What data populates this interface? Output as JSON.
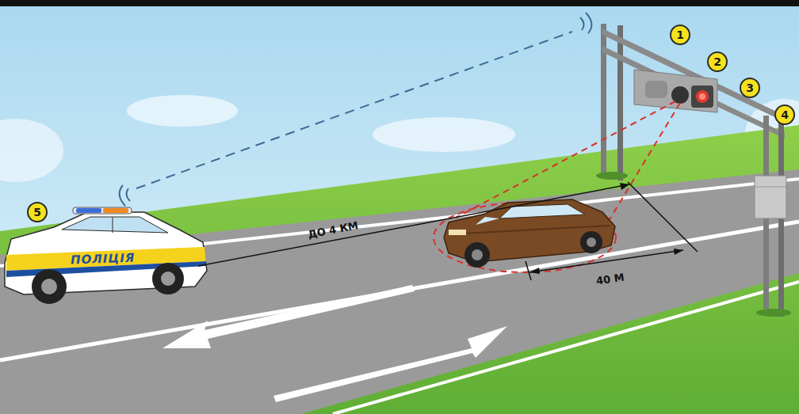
{
  "diagram": {
    "labels": [
      "1",
      "2",
      "3",
      "4",
      "5",
      "ДО 4 КМ",
      "40 М",
      "ПОЛІЦІЯ"
    ]
  }
}
